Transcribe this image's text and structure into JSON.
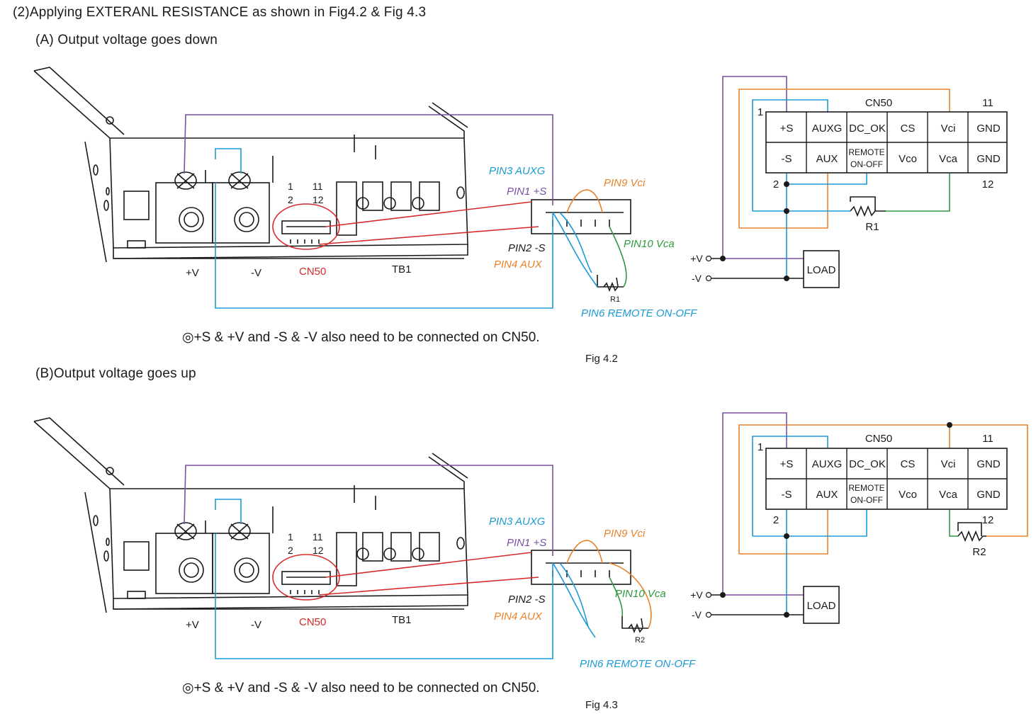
{
  "heading": "(2)Applying EXTERANL RESISTANCE as shown in Fig4.2 & Fig 4.3",
  "colors": {
    "purple": "#7b4fa3",
    "blue": "#1b9ad6",
    "orange": "#e8822a",
    "green": "#2e9a3e",
    "red": "#d42a2a",
    "dark": "#1a1a1a"
  },
  "figures": [
    {
      "subtitle": "(A) Output voltage goes down",
      "caption": "Fig 4.2",
      "note": "◎+S & +V and -S & -V also need to be connected on CN50.",
      "labels": {
        "pos_v": "+V",
        "neg_v": "-V",
        "cn50": "CN50",
        "tb1": "TB1",
        "pin_1": "1",
        "pin_2": "2",
        "pin_11": "11",
        "pin_12": "12",
        "pin3": "PIN3 AUXG",
        "pin1": "PIN1 +S",
        "pin9": "PIN9 Vci",
        "pin10": "PIN10 Vca",
        "pin2": "PIN2 -S",
        "pin4": "PIN4 AUX",
        "pin6": "PIN6 REMOTE ON-OFF",
        "resistor": "R1"
      },
      "schematic": {
        "title": "CN50",
        "pin_first": "1",
        "pin_last": "11",
        "pin_second": "2",
        "pin_last_bottom": "12",
        "top_row": [
          "+S",
          "AUXG",
          "DC_OK",
          "CS",
          "Vci",
          "GND"
        ],
        "bottom_row": [
          "-S",
          "AUX",
          "REMOTE",
          "ON-OFF",
          "Vco",
          "Vca",
          "GND"
        ],
        "resistor": "R1",
        "load": "LOAD",
        "pos_v": "+V",
        "neg_v": "-V"
      }
    },
    {
      "subtitle": "(B)Output voltage goes up",
      "caption": "Fig 4.3",
      "note": "◎+S & +V and -S & -V also need to be connected on CN50.",
      "labels": {
        "pos_v": "+V",
        "neg_v": "-V",
        "cn50": "CN50",
        "tb1": "TB1",
        "pin_1": "1",
        "pin_2": "2",
        "pin_11": "11",
        "pin_12": "12",
        "pin3": "PIN3 AUXG",
        "pin1": "PIN1 +S",
        "pin9": "PIN9 Vci",
        "pin10": "PIN10 Vca",
        "pin2": "PIN2 -S",
        "pin4": "PIN4 AUX",
        "pin6": "PIN6 REMOTE ON-OFF",
        "resistor": "R2"
      },
      "schematic": {
        "title": "CN50",
        "pin_first": "1",
        "pin_last": "11",
        "pin_second": "2",
        "pin_last_bottom": "12",
        "top_row": [
          "+S",
          "AUXG",
          "DC_OK",
          "CS",
          "Vci",
          "GND"
        ],
        "bottom_row": [
          "-S",
          "AUX",
          "REMOTE",
          "ON-OFF",
          "Vco",
          "Vca",
          "GND"
        ],
        "resistor": "R2",
        "load": "LOAD",
        "pos_v": "+V",
        "neg_v": "-V"
      }
    }
  ]
}
